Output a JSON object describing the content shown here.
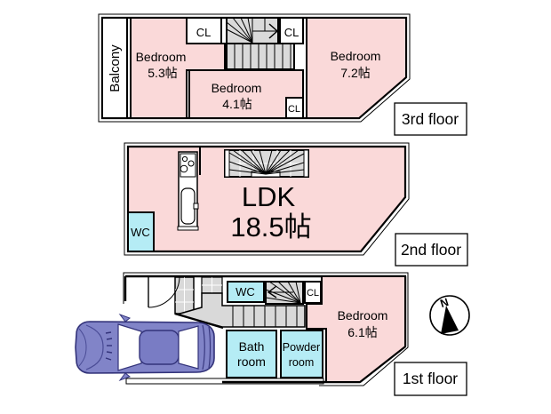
{
  "colors": {
    "room_pink": "#fad9d9",
    "wet_area_cyan": "#b5ecf5",
    "stair_gray": "#dadada",
    "wall_black": "#000000",
    "car_body_purple": "#8184c8",
    "car_outline_navy": "#33337a"
  },
  "floor3": {
    "label": "3rd floor",
    "rooms": {
      "balcony": "Balcony",
      "closet_a": "CL",
      "closet_b": "CL",
      "closet_c": "CL",
      "bedroom_a": {
        "name": "Bedroom",
        "size": "5.3帖"
      },
      "bedroom_b": {
        "name": "Bedroom",
        "size": "4.1帖"
      },
      "bedroom_c": {
        "name": "Bedroom",
        "size": "7.2帖"
      }
    }
  },
  "floor2": {
    "label": "2nd floor",
    "rooms": {
      "ldk": {
        "name": "LDK",
        "size": "18.5帖"
      },
      "wc": "WC"
    }
  },
  "floor1": {
    "label": "1st floor",
    "rooms": {
      "wc": "WC",
      "closet": "CL",
      "bedroom": {
        "name": "Bedroom",
        "size": "6.1帖"
      },
      "bath": {
        "line1": "Bath",
        "line2": "room"
      },
      "powder": {
        "line1": "Powder",
        "line2": "room"
      }
    },
    "compass": {
      "north": "N"
    }
  }
}
